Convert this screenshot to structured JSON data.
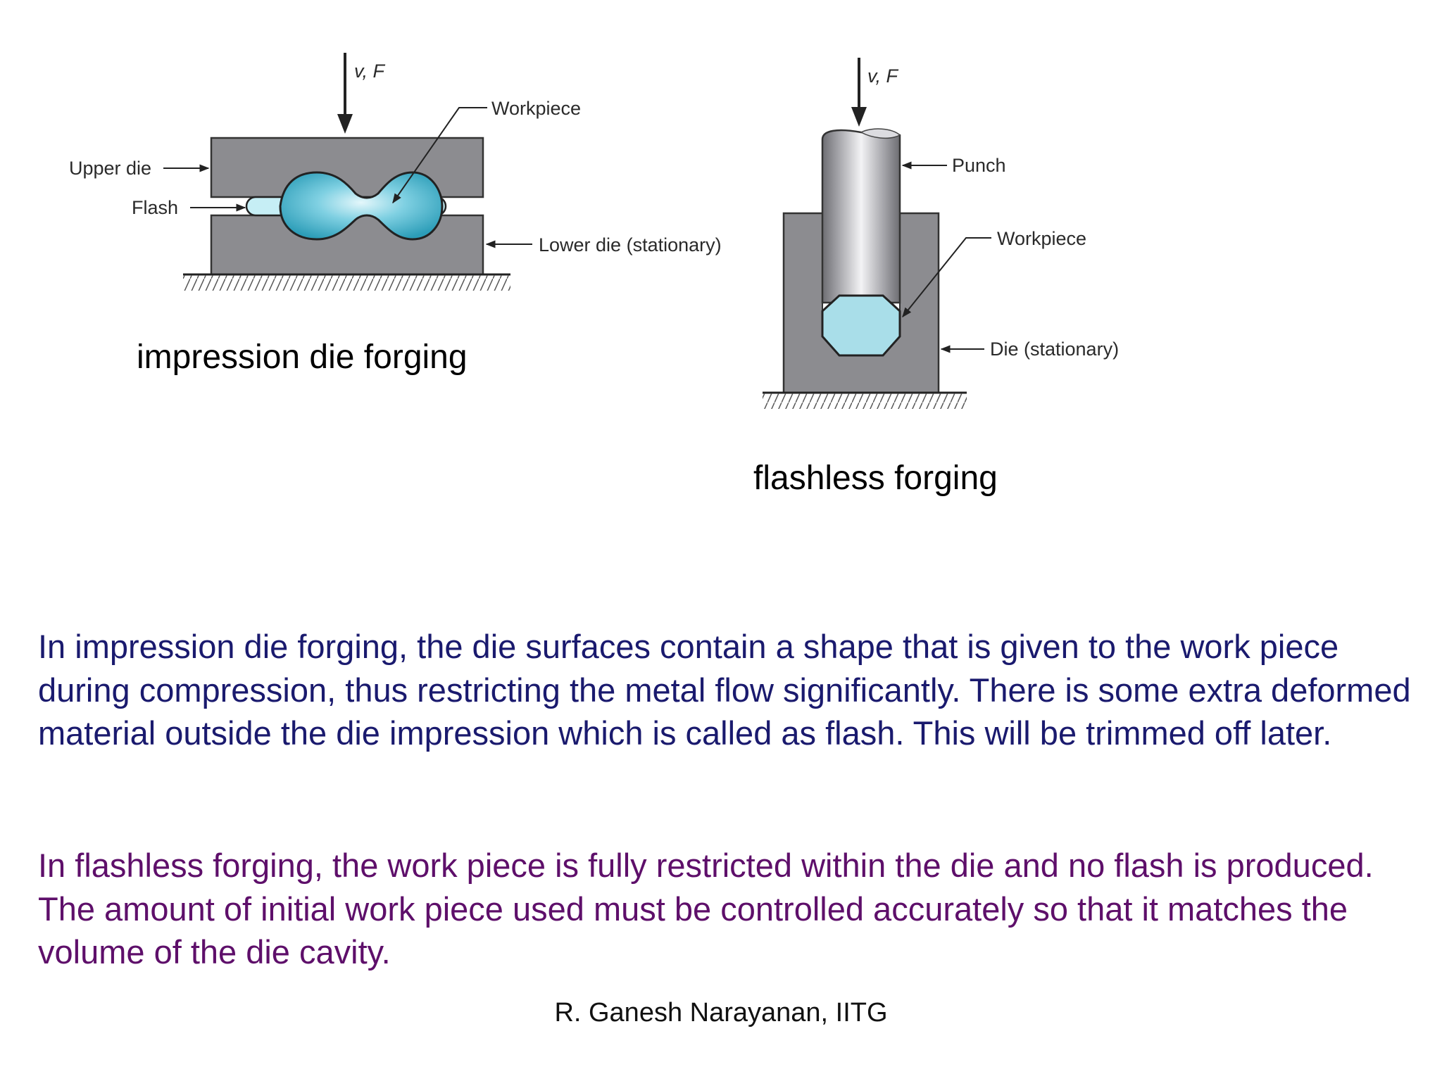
{
  "figure_left": {
    "labels": {
      "force": "v, F",
      "workpiece": "Workpiece",
      "upper_die": "Upper die",
      "flash": "Flash",
      "lower_die": "Lower die (stationary)"
    },
    "caption": "impression die forging"
  },
  "figure_right": {
    "labels": {
      "force": "v, F",
      "punch": "Punch",
      "workpiece": "Workpiece",
      "die": "Die (stationary)"
    },
    "caption": "flashless forging"
  },
  "paragraphs": {
    "impression": "In impression die forging, the die surfaces contain a shape that is given to the work piece during compression, thus restricting the metal flow significantly. There is some extra deformed material outside the die impression which is called as flash. This will be trimmed off later.",
    "flashless": "In flashless forging, the work piece is fully restricted within the die and no flash is produced. The amount of initial work piece used must be controlled accurately so that it matches the volume of the die cavity."
  },
  "footer": "R. Ganesh Narayanan, IITG",
  "colors": {
    "die_gray": "#8c8c90",
    "workpiece_cyan": "#46b8d0",
    "flash_light": "#c6eef5",
    "paragraph1": "#1a1a6e",
    "paragraph2": "#5e0f6a"
  }
}
